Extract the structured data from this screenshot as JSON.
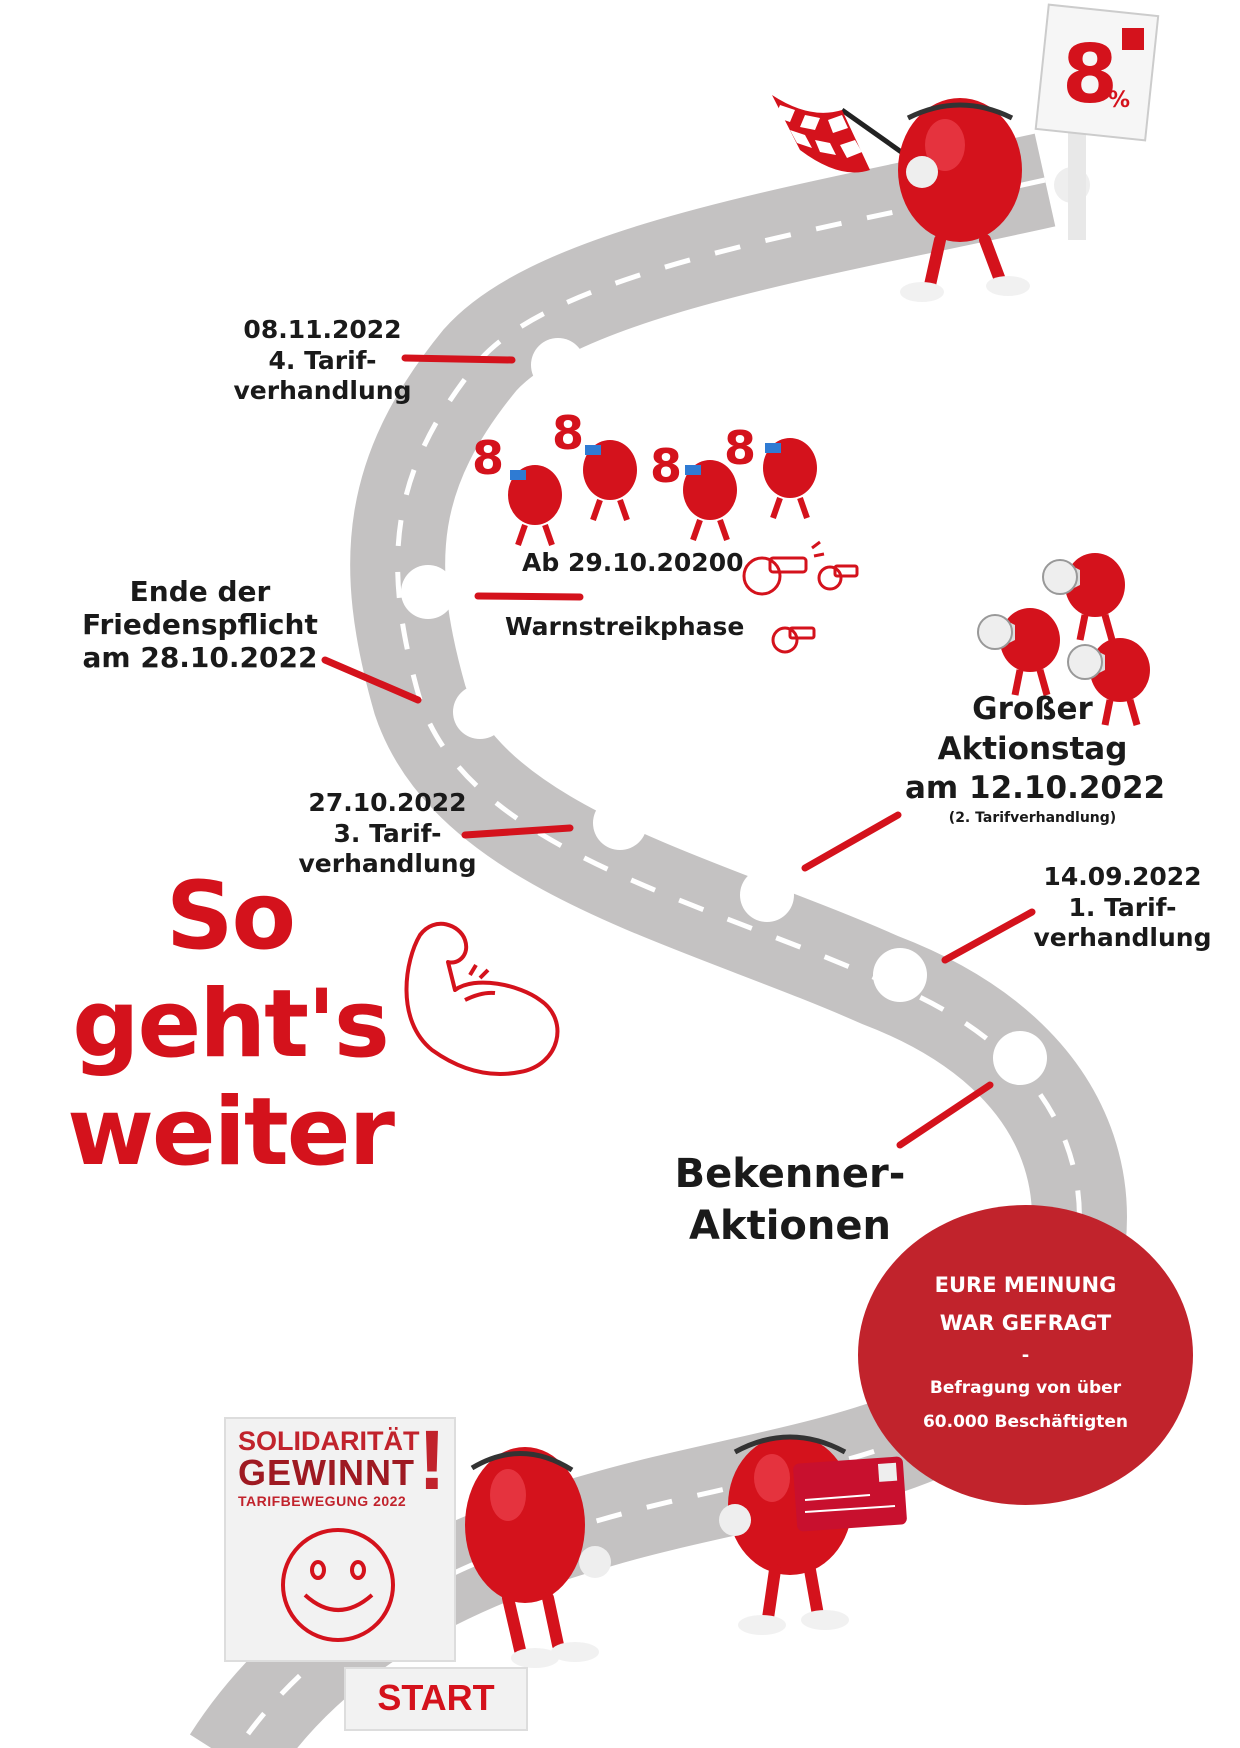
{
  "title": {
    "line1": "So",
    "line2": "geht's",
    "line3": "weiter"
  },
  "milestones": {
    "m4": {
      "date": "08.11.2022",
      "line1": "4. Tarif-",
      "line2": "verhandlung"
    },
    "warnstreik": {
      "date": "Ab 29.10.20200",
      "label": "Warnstreikphase"
    },
    "friedenspflicht": {
      "line1": "Ende der",
      "line2": "Friedenspflicht",
      "line3": "am 28.10.2022"
    },
    "m3": {
      "date": "27.10.2022",
      "line1": "3. Tarif-",
      "line2": "verhandlung"
    },
    "aktionstag": {
      "line1": "Großer",
      "line2": "Aktionstag",
      "line3": "am 12.10.2022",
      "note": "(2. Tarifverhandlung)"
    },
    "m1": {
      "date": "14.09.2022",
      "line1": "1. Tarif-",
      "line2": "verhandlung"
    },
    "bekenner": {
      "line1": "Bekenner-",
      "line2": "Aktionen"
    }
  },
  "survey_badge": {
    "line1": "EURE MEINUNG",
    "line2": "WAR GEFRAGT",
    "dash": "-",
    "line3": "Befragung von über",
    "line4": "60.000 Beschäftigten"
  },
  "poster": {
    "line1": "SOLIDARITÄT",
    "line2": "GEWINNT",
    "exclaim": "!",
    "line3": "TARIFBEWEGUNG 2022"
  },
  "goal_sign": {
    "value": "8",
    "unit": "%"
  },
  "crowd_signs": [
    "8",
    "8",
    "8",
    "8"
  ],
  "start_label": "START",
  "colors": {
    "brand_red": "#d4121c",
    "badge_red": "#c1232c",
    "road": "#c4c2c2",
    "text": "#1a1a1a"
  }
}
